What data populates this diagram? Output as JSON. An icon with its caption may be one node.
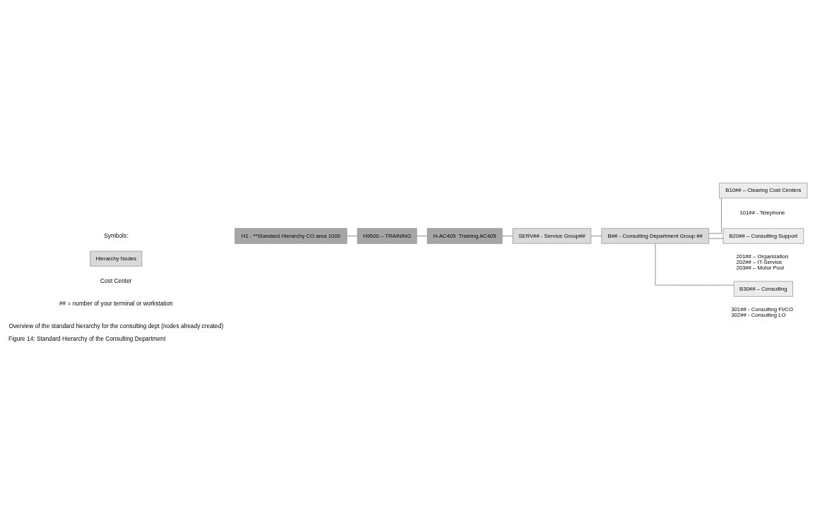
{
  "diagram": {
    "caption": "Figure 14: Standard Hierarchy of the Consulting Department",
    "nodes": [
      {
        "text": [
          "H1 - **Standard Hierarchy CO area 1000"
        ]
      },
      {
        "text": [
          "H9500 – TRAINING"
        ]
      },
      {
        "text": [
          "H-AC405  Training AC405"
        ]
      },
      {
        "text": [
          "SERV## - Service Group##"
        ]
      },
      {
        "text": [
          "B## - Consulting Department Group ##"
        ]
      },
      {
        "text": [
          "B10## – Clearing Cost Centers"
        ],
        "beside": [
          "101## - Telephone"
        ]
      },
      {
        "text": [
          "B20## – Consulting Support"
        ],
        "beside": [
          "201## – Organization",
          "202## – IT-Service",
          "203## – Motor Pool"
        ]
      },
      {
        "text": [
          "B30## – Consulting"
        ],
        "beside": [
          "301## - Consulting FI/CO",
          "302## - Consulting LO"
        ]
      }
    ],
    "edges": [
      {
        "from": 0,
        "to": 1,
        "arrow": "none"
      },
      {
        "from": 1,
        "to": 2,
        "arrow": "none"
      },
      {
        "from": 2,
        "to": 3,
        "arrow": "none"
      },
      {
        "from": 3,
        "to": 4,
        "arrow": "none"
      },
      {
        "from": 4,
        "to": 5,
        "arrow": "none"
      },
      {
        "from": 4,
        "to": 6,
        "arrow": "none"
      },
      {
        "from": 4,
        "to": 7,
        "arrow": "none"
      }
    ],
    "labels": [
      "Symbols:",
      "Cost Center",
      "## = number of your terminal or workstation",
      "Overview of the standard hierarchy for the consulting dept (nodes already created)"
    ],
    "legend": [
      {
        "text": "Hierarchy Nodes",
        "color": "#d9d9d9"
      }
    ]
  }
}
